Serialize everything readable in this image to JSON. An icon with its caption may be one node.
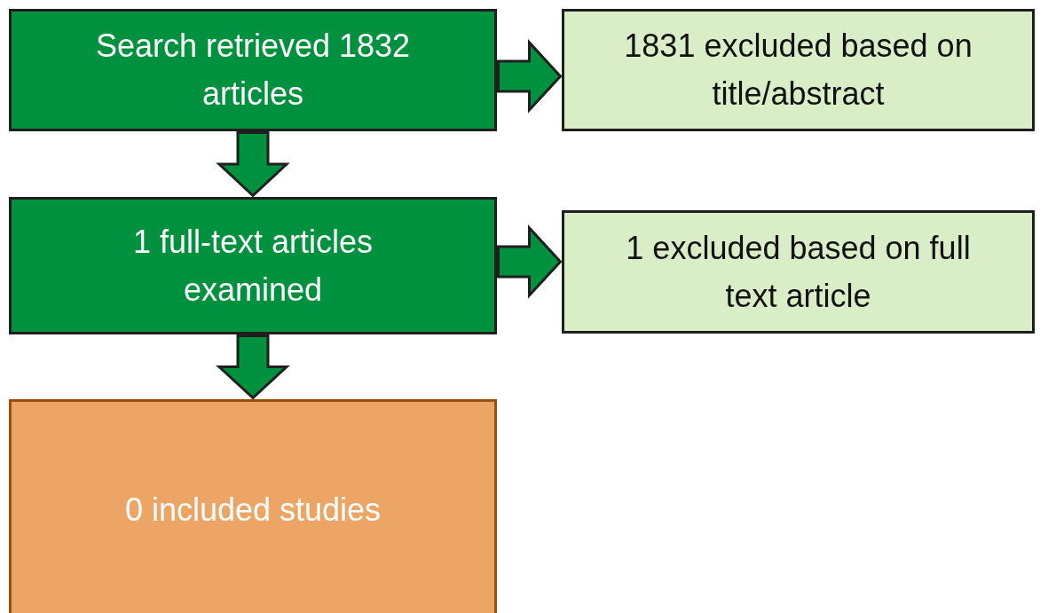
{
  "diagram": {
    "nodes": [
      {
        "text": [
          "Search retrieved 1832 articles"
        ]
      },
      {
        "text": [
          "1831 excluded based on title/abstract"
        ]
      },
      {
        "text": [
          "1 full-text articles examined"
        ]
      },
      {
        "text": [
          "1 excluded based on full text article"
        ]
      },
      {
        "text": [
          "0 included studies"
        ]
      }
    ],
    "edges": [
      {
        "from": 0,
        "to": 1,
        "arrow": "to"
      },
      {
        "from": 0,
        "to": 2,
        "arrow": "to"
      },
      {
        "from": 2,
        "to": 3,
        "arrow": "to"
      },
      {
        "from": 2,
        "to": 4,
        "arrow": "to"
      }
    ]
  }
}
